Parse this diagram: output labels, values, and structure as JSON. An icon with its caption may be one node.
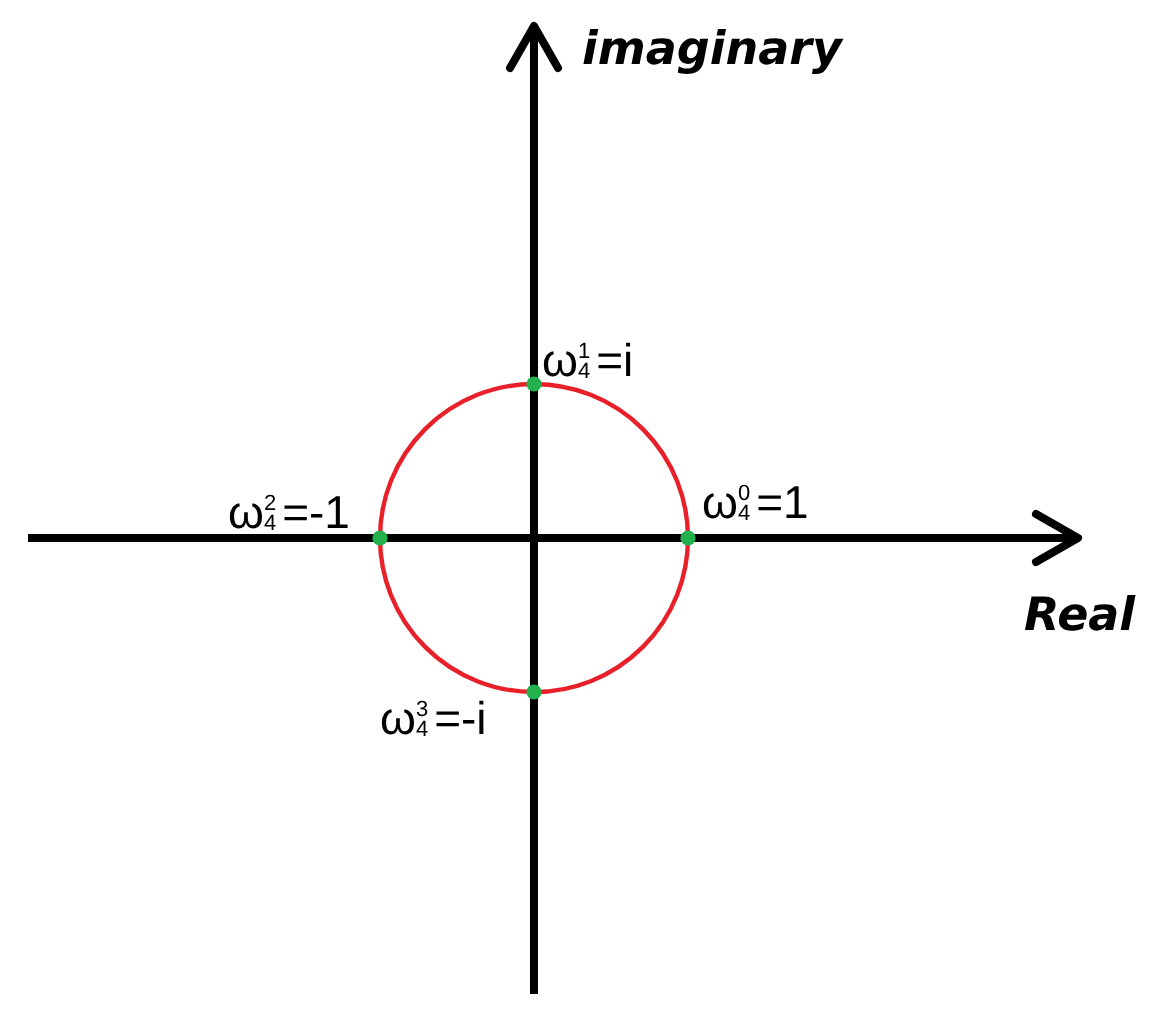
{
  "diagram": {
    "nodes": [
      {
        "text": [],
        "shape": "circle"
      }
    ],
    "labels": [
      "imaginary",
      "ω$^{1}$$_{4}$=i",
      "ω$^{2}$$_{4}$=-1",
      "ω$^{0}$$_{4}$=1",
      "Real",
      "ω$^{3}$$_{4}$=-i"
    ]
  }
}
